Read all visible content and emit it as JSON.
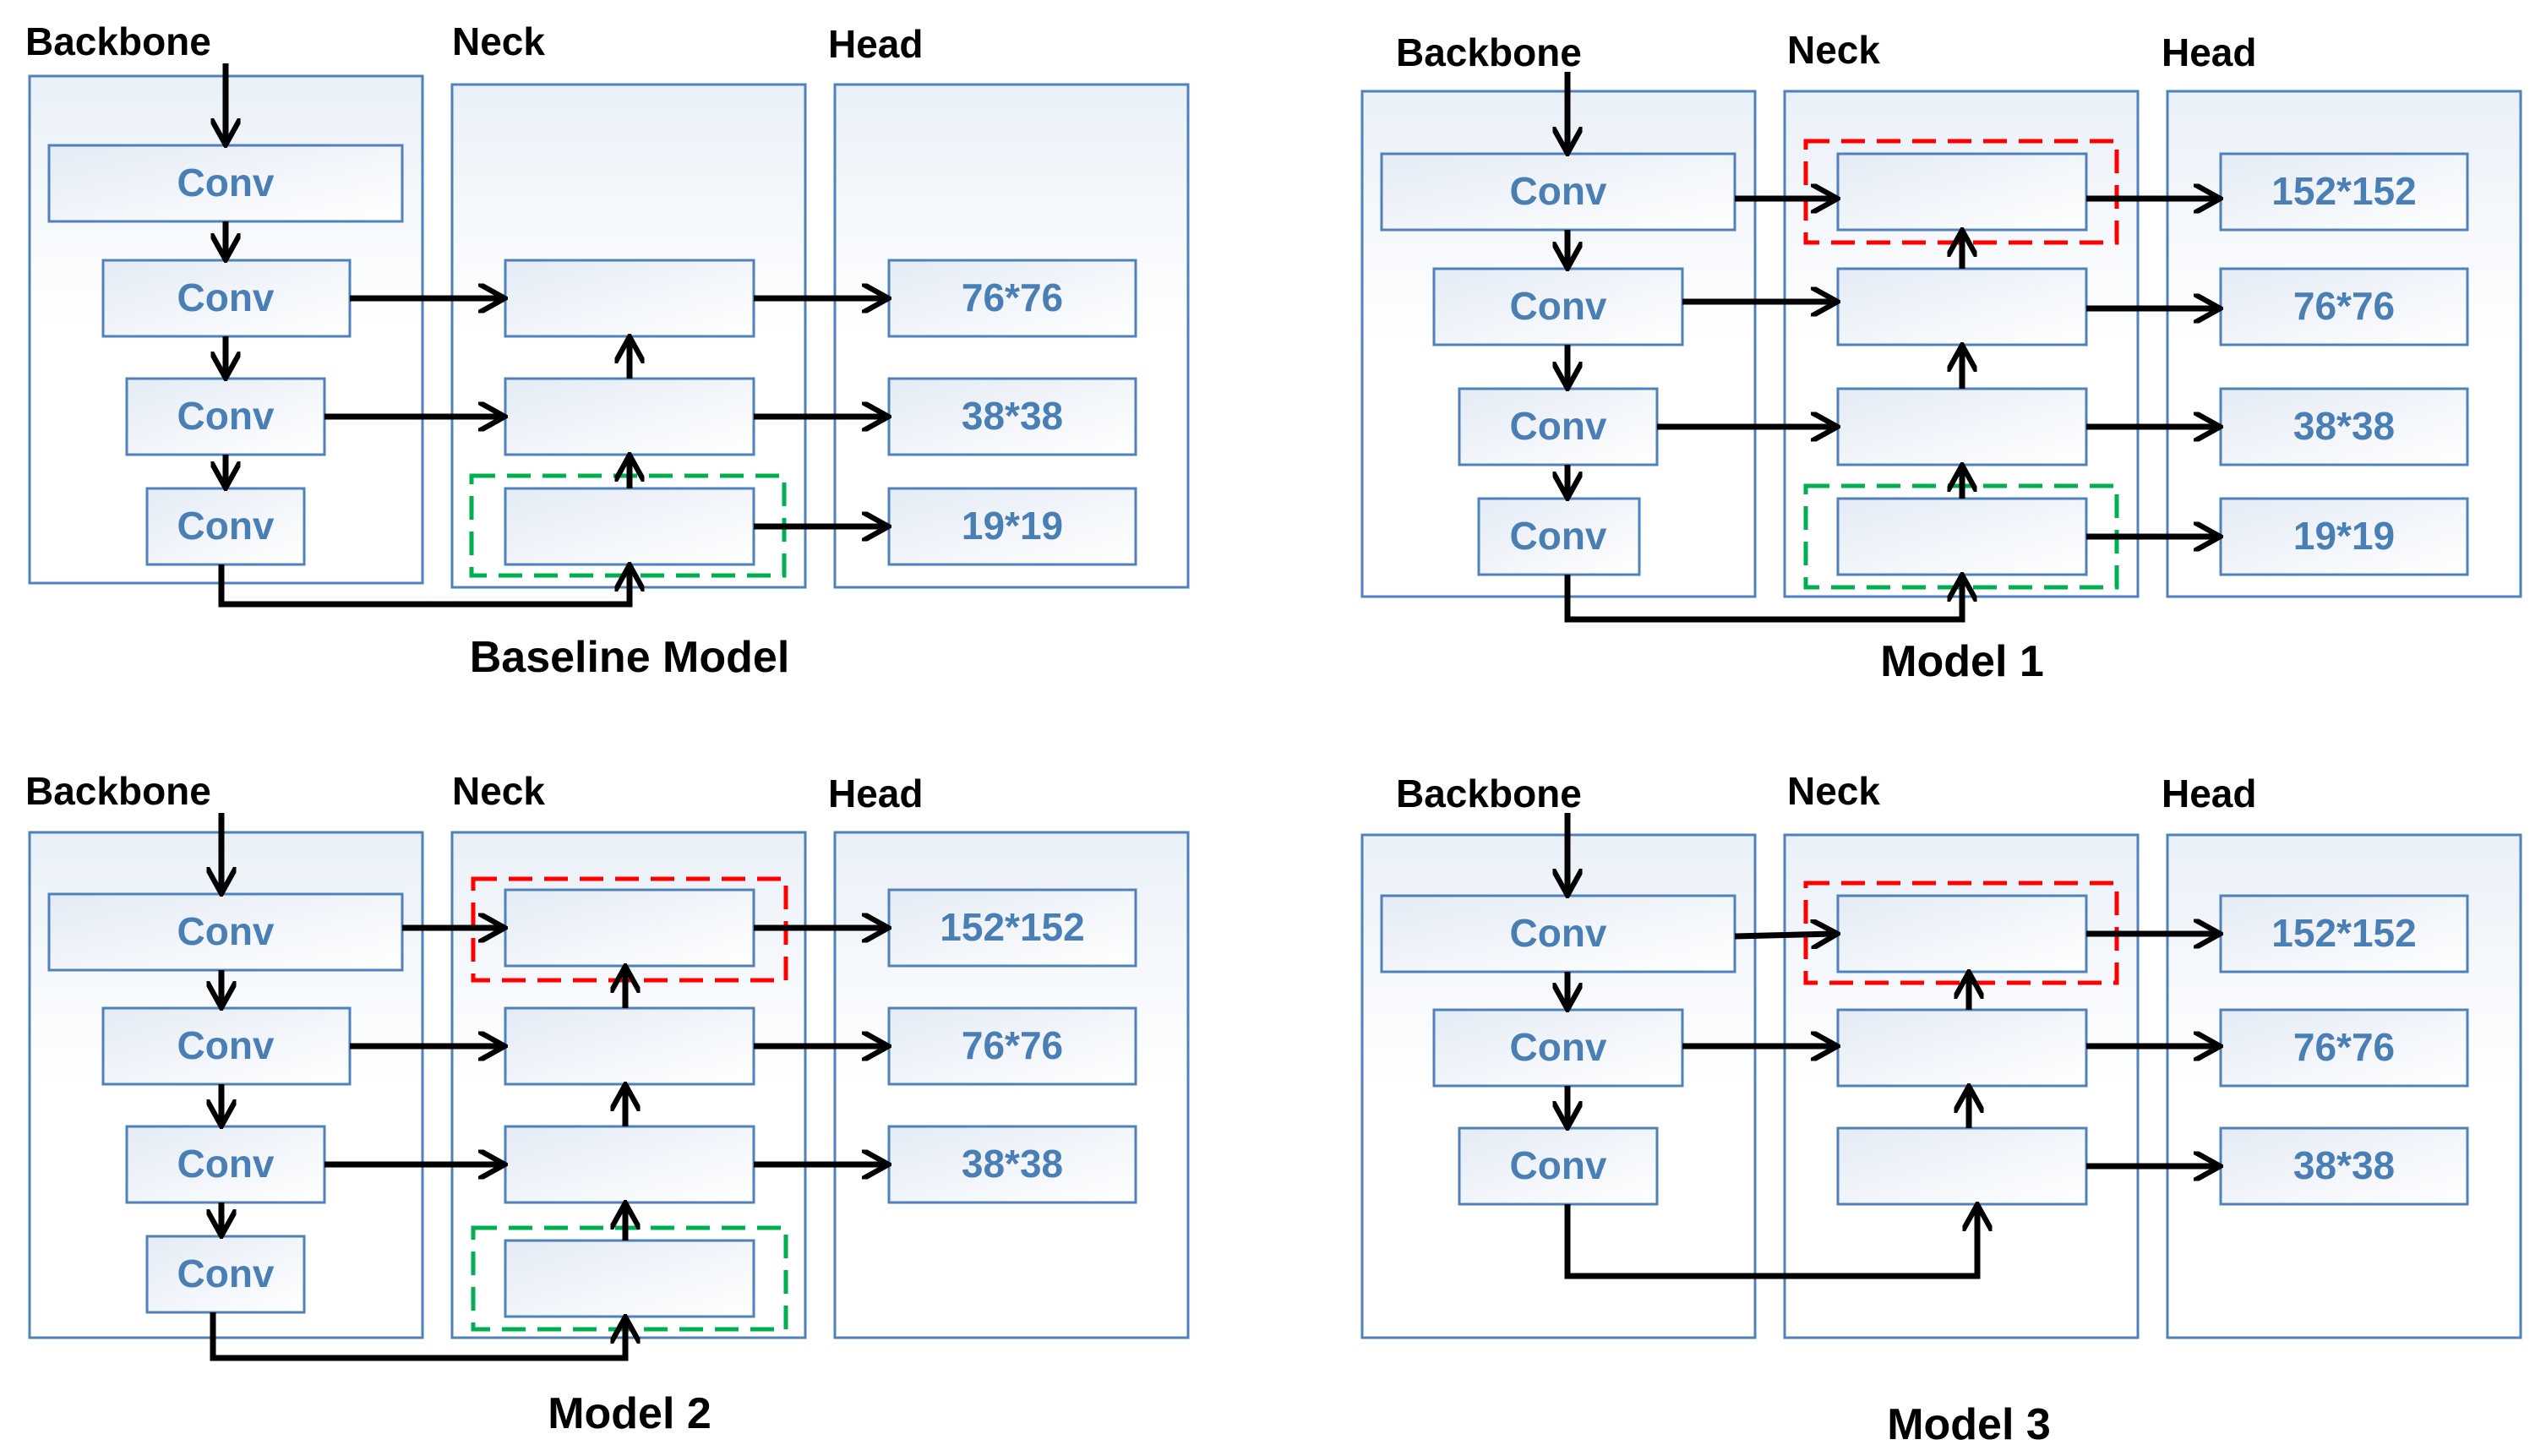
{
  "colors": {
    "box_text": "#4a7fb5",
    "box_border": "#4f81bd",
    "panel_border": "#4f81bd",
    "red_dash": "#ff0000",
    "green_dash": "#00b050",
    "arrow": "#000000",
    "label": "#000000"
  },
  "labels": {
    "backbone": "Backbone",
    "neck": "Neck",
    "head": "Head",
    "conv": "Conv"
  },
  "diagrams": [
    {
      "id": "baseline",
      "caption": "Baseline Model",
      "head_outputs": [
        "76*76",
        "38*38",
        "19*19"
      ],
      "red_highlight": false,
      "green_highlight": true
    },
    {
      "id": "model1",
      "caption": "Model 1",
      "head_outputs": [
        "152*152",
        "76*76",
        "38*38",
        "19*19"
      ],
      "red_highlight": true,
      "green_highlight": true
    },
    {
      "id": "model2",
      "caption": "Model 2",
      "head_outputs": [
        "152*152",
        "76*76",
        "38*38"
      ],
      "red_highlight": true,
      "green_highlight": true
    },
    {
      "id": "model3",
      "caption": "Model 3",
      "head_outputs": [
        "152*152",
        "76*76",
        "38*38"
      ],
      "red_highlight": true,
      "green_highlight": false
    }
  ]
}
